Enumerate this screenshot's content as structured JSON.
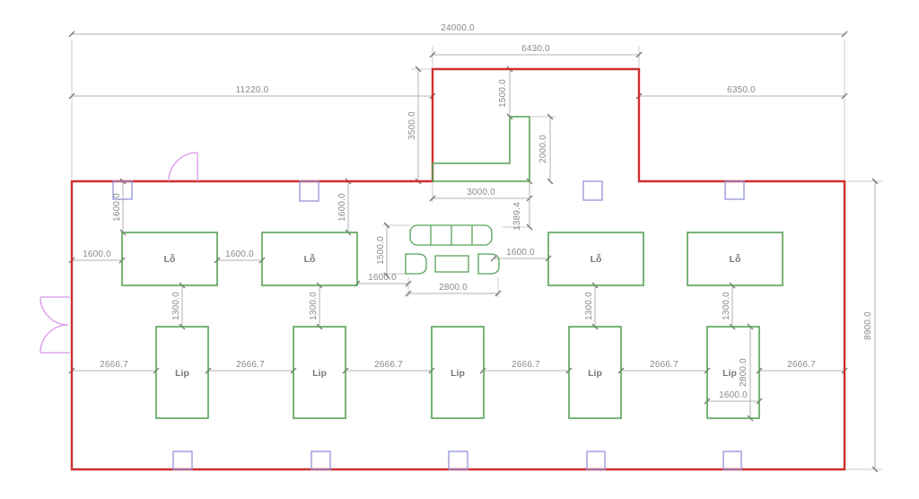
{
  "floor_plan": {
    "room_labels": {
      "kiln": "Lỗ",
      "lip": "Lip"
    },
    "dimensions": {
      "overall_width": "24000.0",
      "top_left_span": "11220.0",
      "protrusion_width": "6430.0",
      "top_right_span": "6350.0",
      "protrusion_height": "3500.0",
      "green_recess_offset": "1500.0",
      "green_recess_height": "2000.0",
      "green_recess_width": "3000.0",
      "wall_to_sofa": "1389.4",
      "building_height": "8900.0",
      "offset_1600": "1600.0",
      "sofa_set_height": "1500.0",
      "sofa_set_width": "2800.0",
      "kiln_to_lip_gap": "1300.0",
      "lip_spacing": "2666.7",
      "lip_height": "2800.0",
      "lip_width": "1600.0"
    },
    "colors": {
      "wall": "#cf2f2f",
      "equipment": "#57a257",
      "column": "#9193dd",
      "door": "#d796e6",
      "dimension_line": "#b0b0b0",
      "extension_line": "#c9c9c9",
      "dimension_text": "#8a8a8a",
      "room_text": "#787878"
    }
  }
}
